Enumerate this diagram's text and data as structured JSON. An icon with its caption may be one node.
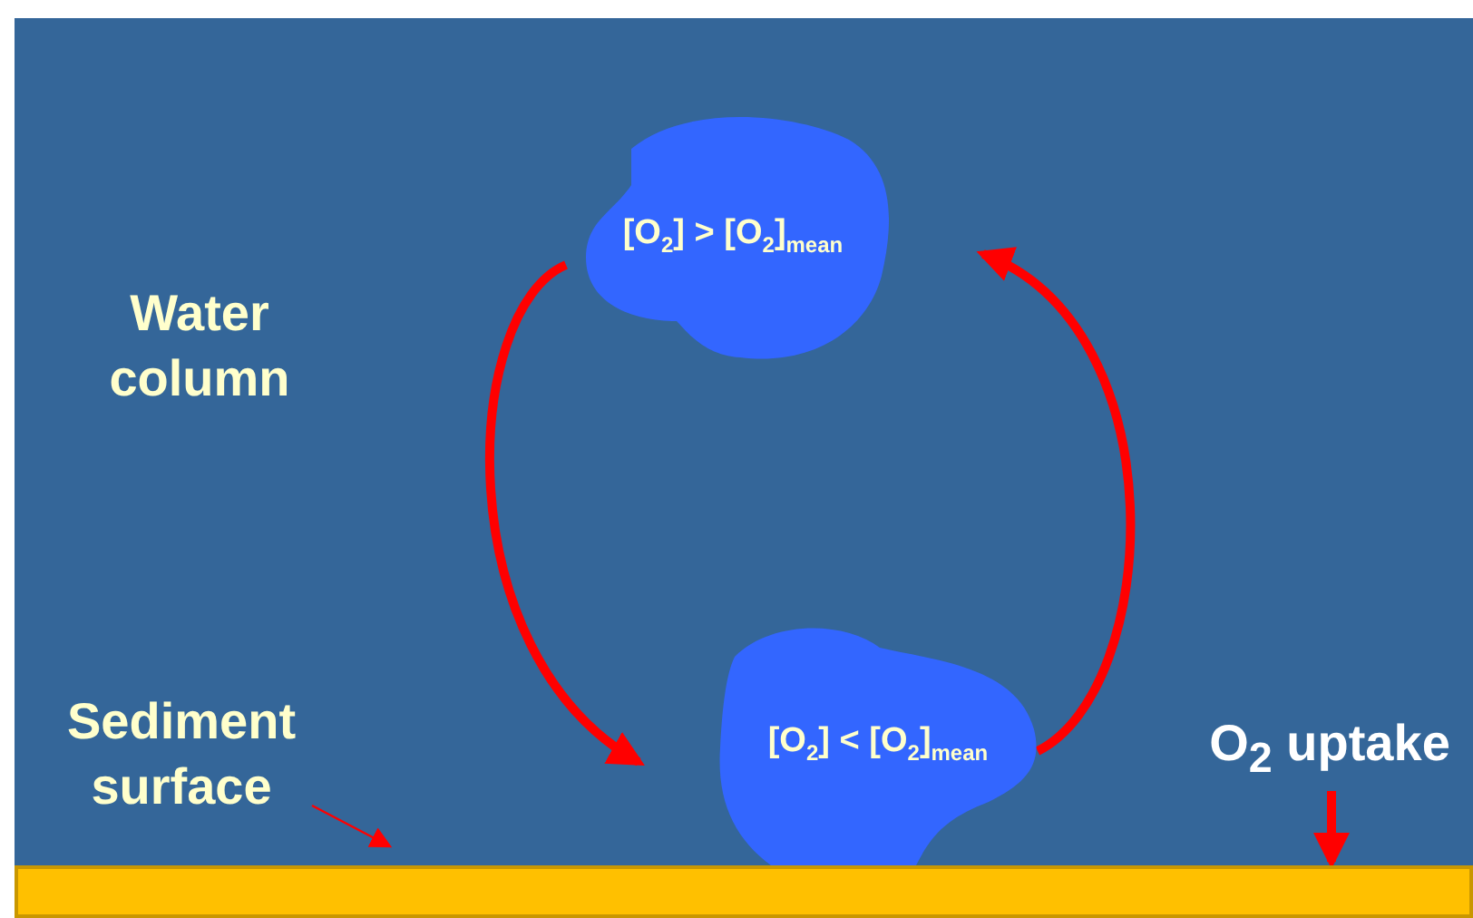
{
  "diagram": {
    "nodes": [
      {
        "text": [
          "[O$_{2}$] > [O$_{2}$]$_{mean}$"
        ]
      },
      {
        "text": [
          "[O$_{2}$] < [O$_{2}$]$_{mean}$"
        ]
      },
      {
        "text": [
          "Sediment surface"
        ]
      },
      {
        "text": [],
        "shape": "bar"
      },
      {
        "text": [
          "O$_{2}$ uptake"
        ]
      }
    ],
    "edges": [
      {
        "from": 0,
        "to": 1,
        "arrow": "to"
      },
      {
        "from": 1,
        "to": 0,
        "arrow": "to"
      },
      {
        "from": 2,
        "to": 3,
        "arrow": "to"
      },
      {
        "from": 4,
        "to": 3,
        "arrow": "to"
      }
    ],
    "labels": [
      "Water column"
    ]
  }
}
